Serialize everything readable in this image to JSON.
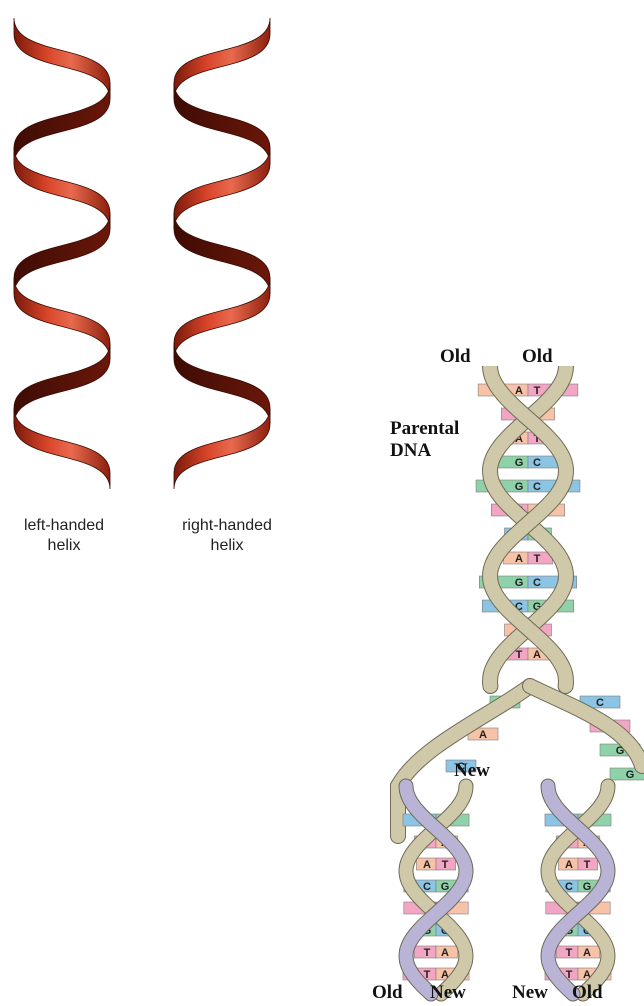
{
  "helix_panel": {
    "left_label_line1": "left-handed",
    "left_label_line2": "helix",
    "right_label_line1": "right-handed",
    "right_label_line2": "helix",
    "ribbon_color": "#c8381d",
    "ribbon_dark": "#5a1208"
  },
  "dna_panel": {
    "top_left_label": "Old",
    "top_right_label": "Old",
    "parental_label_line1": "Parental",
    "parental_label_line2": "DNA",
    "new_label": "New",
    "bottom_labels": [
      "Old",
      "New",
      "New",
      "Old"
    ],
    "backbone_old_color": "#cfc9aa",
    "backbone_new_color": "#b9b3d6",
    "base_colors": {
      "A": "#f7c3a8",
      "T": "#f2a6c4",
      "G": "#8fd1a8",
      "C": "#8cc4e4"
    },
    "parental_pairs": [
      [
        "A",
        "T"
      ],
      [
        "T",
        "A"
      ],
      [
        "A",
        "T"
      ],
      [
        "G",
        "C"
      ],
      [
        "G",
        "C"
      ],
      [
        "T",
        "A"
      ],
      [
        "C",
        "G"
      ],
      [
        "A",
        "T"
      ],
      [
        "G",
        "C"
      ],
      [
        "C",
        "G"
      ],
      [
        "A",
        "T"
      ],
      [
        "T",
        "A"
      ]
    ],
    "fork_free_bases_left": [
      "G",
      "A",
      "C"
    ],
    "fork_free_bases_right": [
      "C",
      "T",
      "G",
      "G"
    ],
    "left_daughter_pairs": [
      [
        "C",
        "G"
      ],
      [
        "T",
        "A"
      ],
      [
        "A",
        "T"
      ],
      [
        "C",
        "G"
      ],
      [
        "T",
        "A"
      ],
      [
        "G",
        "C"
      ],
      [
        "T",
        "A"
      ],
      [
        "T",
        "A"
      ]
    ],
    "right_daughter_pairs": [
      [
        "C",
        "G"
      ],
      [
        "T",
        "A"
      ],
      [
        "A",
        "T"
      ],
      [
        "C",
        "G"
      ],
      [
        "T",
        "A"
      ],
      [
        "G",
        "C"
      ],
      [
        "T",
        "A"
      ],
      [
        "T",
        "A"
      ]
    ]
  }
}
